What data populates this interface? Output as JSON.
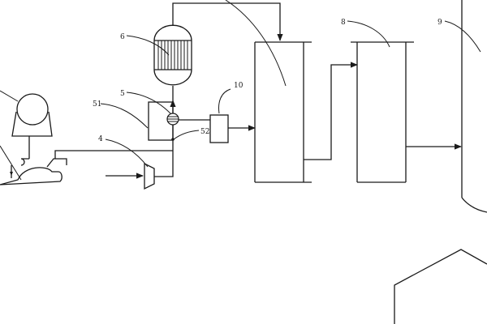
{
  "labels": {
    "l4": "4",
    "l5": "5",
    "l51": "51",
    "l52": "52",
    "l6": "6",
    "l8": "8",
    "l9": "9",
    "l10": "10"
  },
  "colors": {
    "line": "#1a1a1a",
    "background": "#ffffff"
  }
}
